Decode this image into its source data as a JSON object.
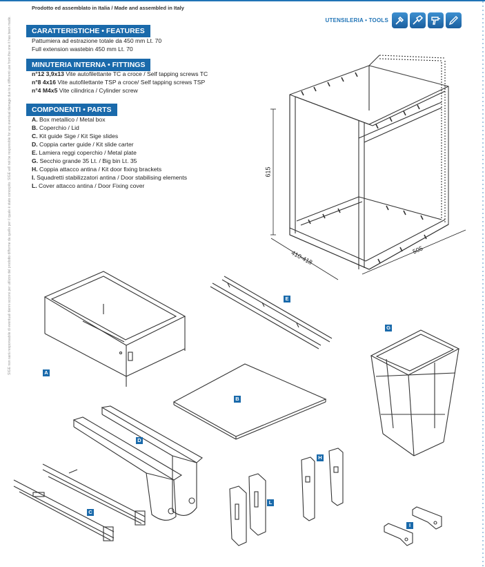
{
  "header": {
    "made_in": "Prodotto ed assemblato in Italia / Made and assembled in Italy",
    "tools_label": "UTENSILERIA • TOOLS",
    "tool_icons": [
      "screwdriver-icon",
      "drill-icon",
      "screw-gun-icon",
      "pencil-icon"
    ]
  },
  "side_note": "SIGE non sarà responsabile di eventuali danni occorsi per utilizzo del prodotto difforme da quello per il quale è stato concepito. SIGE will not be responsible for any eventual damage due to a different use from the one it has been made.",
  "features": {
    "heading": "CARATTERISTICHE • FEATURES",
    "lines": [
      "Pattumiera ad estrazione totale da 450 mm Lt. 70",
      "Full extension wastebin 450 mm Lt. 70"
    ]
  },
  "fittings": {
    "heading": "MINUTERIA INTERNA • FITTINGS",
    "items": [
      {
        "code": "n°12 3,9x13",
        "text": "Vite autofilettante TC a croce / Self tapping screws TC"
      },
      {
        "code": "n°8 4x16",
        "text": "Vite autofilettante TSP a croce/ Self tapping screws TSP"
      },
      {
        "code": "n°4 M4x5",
        "text": "Vite cilindrica / Cylinder screw"
      }
    ]
  },
  "parts": {
    "heading": "COMPONENTI • PARTS",
    "items": [
      {
        "key": "A.",
        "text": "Box metallico / Metal box"
      },
      {
        "key": "B.",
        "text": "Coperchio / Lid"
      },
      {
        "key": "C.",
        "text": "Kit guide Sige / Kit Sige slides"
      },
      {
        "key": "D.",
        "text": "Coppia carter guide / Kit slide carter"
      },
      {
        "key": "E.",
        "text": "Lamiera reggi coperchio / Metal plate"
      },
      {
        "key": "G.",
        "text": "Secchio grande 35 Lt. / Big bin Lt. 35"
      },
      {
        "key": "H.",
        "text": "Coppia attacco antina / Kit door fixing brackets"
      },
      {
        "key": "I.",
        "text": "Squadretti stabilizzatori antina / Door stabilising elements"
      },
      {
        "key": "L.",
        "text": "Cover attacco antina / Door Fixing cover"
      }
    ]
  },
  "dimensions": {
    "height": "615",
    "depth": "410-418",
    "width": "505"
  },
  "part_labels": {
    "A": "A",
    "B": "B",
    "C": "C",
    "D": "D",
    "E": "E",
    "G": "G",
    "H": "H",
    "I": "I",
    "L": "L"
  },
  "colors": {
    "accent": "#1a6aab",
    "line": "#333333"
  }
}
